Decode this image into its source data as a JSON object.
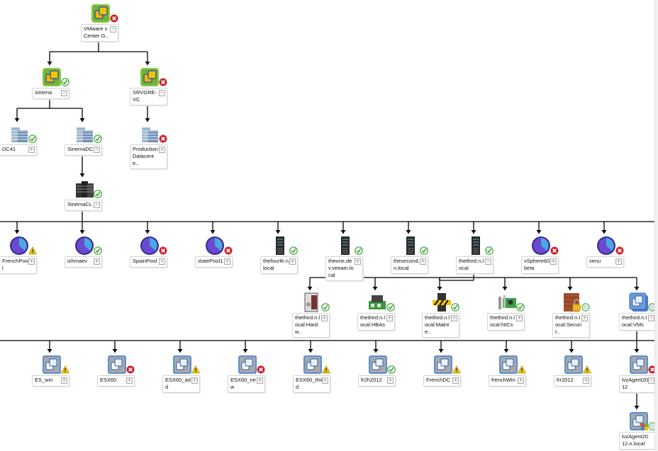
{
  "diagram": {
    "nodes": [
      {
        "label": "VMware vCenter G..",
        "kind": "vcenter",
        "status": "error",
        "expander": "−"
      },
      {
        "label": "sinema",
        "kind": "vcenter",
        "status": "ok",
        "expander": "−"
      },
      {
        "label": "SRVGRE-VC",
        "kind": "vcenter",
        "status": "error",
        "expander": "−"
      },
      {
        "label": "DC41",
        "kind": "datacenter",
        "status": "ok",
        "expander": "+"
      },
      {
        "label": "SinemaDC",
        "kind": "datacenter",
        "status": "ok",
        "expander": "−"
      },
      {
        "label": "Production Datacente..",
        "kind": "datacenter",
        "status": "error",
        "expander": "+"
      },
      {
        "label": "SinemaCL",
        "kind": "cluster",
        "status": "ok",
        "expander": "−"
      },
      {
        "label": "FrenchPool",
        "kind": "pool",
        "status": "warning",
        "expander": "+"
      },
      {
        "label": "izhmaev",
        "kind": "pool",
        "status": "ok",
        "expander": "+"
      },
      {
        "label": "SpainPool",
        "kind": "pool",
        "status": "error",
        "expander": "+"
      },
      {
        "label": "statePool1",
        "kind": "pool",
        "status": "error",
        "expander": "+"
      },
      {
        "label": "thefourth.n.local",
        "kind": "host",
        "status": "ok",
        "expander": "+"
      },
      {
        "label": "theone.dev.veeam.local",
        "kind": "host",
        "status": "ok",
        "expander": "+"
      },
      {
        "label": "thesecond.n.local",
        "kind": "host",
        "status": "ok",
        "expander": "+"
      },
      {
        "label": "thethird.n.local",
        "kind": "host",
        "status": "ok",
        "expander": "−"
      },
      {
        "label": "vSphere60 beta",
        "kind": "pool",
        "status": "error",
        "expander": "+"
      },
      {
        "label": "xenu",
        "kind": "pool",
        "status": "error",
        "expander": "+"
      },
      {
        "label": "thethird.n.local:Hardw..",
        "kind": "hardware",
        "status": "ok",
        "expander": "+"
      },
      {
        "label": "thethird.n.local:HBAs",
        "kind": "hba",
        "status": "ok",
        "expander": "+"
      },
      {
        "label": "thethird.n.local:Mainte..",
        "kind": "maintenance",
        "status": "ok",
        "expander": "+"
      },
      {
        "label": "thethird.n.local:NICs",
        "kind": "nic",
        "status": "ok",
        "expander": "+"
      },
      {
        "label": "thethird.n.local:Securit..",
        "kind": "security",
        "status": "unknown",
        "expander": "+"
      },
      {
        "label": "thethird.n.local:VMs",
        "kind": "vms",
        "status": "unknown",
        "expander": "−"
      },
      {
        "label": "ES_win",
        "kind": "vm",
        "status": "warning",
        "expander": "+"
      },
      {
        "label": "ESX60",
        "kind": "vm",
        "status": "error",
        "expander": "+"
      },
      {
        "label": "ESX60_add",
        "kind": "vm",
        "status": "warning",
        "expander": "+"
      },
      {
        "label": "ESX60_new",
        "kind": "vm",
        "status": "error",
        "expander": "+"
      },
      {
        "label": "ESX60_third",
        "kind": "vm",
        "status": "warning",
        "expander": "+"
      },
      {
        "label": "fr2h2012",
        "kind": "vm",
        "status": "ok",
        "expander": "+"
      },
      {
        "label": "FrenchDC",
        "kind": "vm",
        "status": "warning",
        "expander": "+"
      },
      {
        "label": "frenchWin",
        "kind": "vm",
        "status": "warning",
        "expander": "+"
      },
      {
        "label": "frr2012",
        "kind": "vm",
        "status": "warning",
        "expander": "+"
      },
      {
        "label": "lvzAgent2012",
        "kind": "vm",
        "status": "error",
        "expander": "−"
      },
      {
        "label": "lvzAgent2012.n.local",
        "kind": "vm-windows",
        "status": "unknown",
        "expander": ""
      }
    ],
    "colors": {
      "error": "#d0202a",
      "ok": "#3aa531",
      "warning": "#f2c200",
      "unknown": "#c8c8c8",
      "edge": "#000000"
    }
  }
}
